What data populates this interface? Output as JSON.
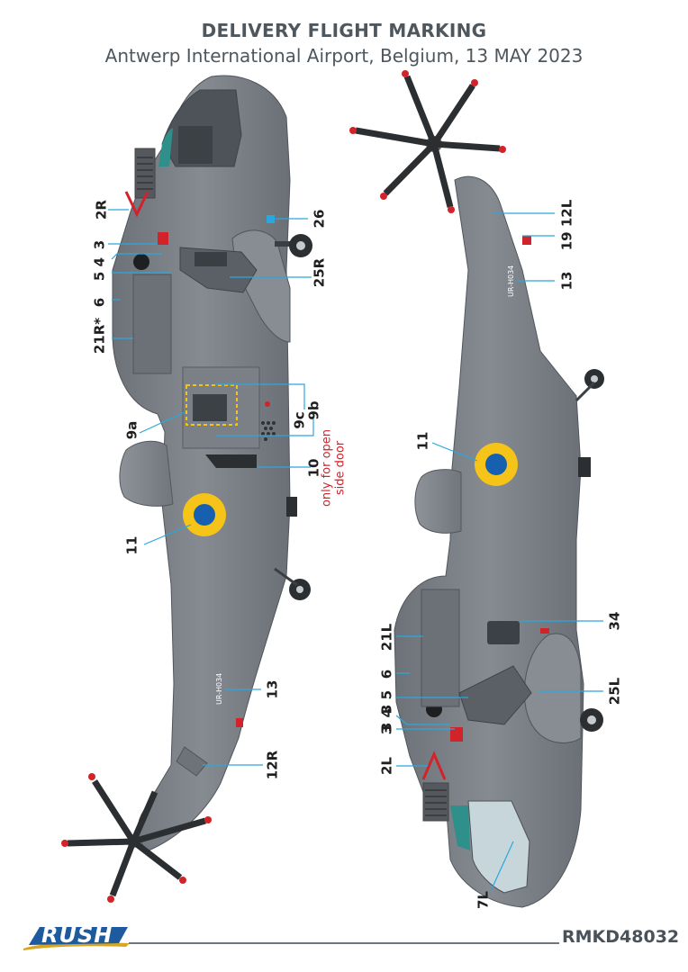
{
  "header": {
    "title": "DELIVERY FLIGHT MARKING",
    "subtitle": "Antwerp International Airport, Belgium, 13 MAY 2023"
  },
  "right_view_callouts": {
    "c_2R": "2R",
    "c_3": "3",
    "c_5_4": "5 4",
    "c_5": "5",
    "c_6": "6",
    "c_21R": "21R*",
    "c_26": "26",
    "c_25R": "25R",
    "c_9a": "9a",
    "c_9c": "9c",
    "c_9b": "9b",
    "c_10": "10",
    "c_11": "11",
    "c_13": "13",
    "c_12R": "12R"
  },
  "right_view_note": {
    "line1": "only for open",
    "line2": "side door"
  },
  "left_view_callouts": {
    "c_19_12L": "19 12L",
    "c_13": "13",
    "c_11": "11",
    "c_34": "34",
    "c_21L": "21L",
    "c_6": "6",
    "c_3_5": "3 5",
    "c_25L": "25L",
    "c_3_4": "3 4",
    "c_3": "3",
    "c_2L": "2L",
    "c_7L": "7L"
  },
  "registrations": {
    "right": "UR-H034",
    "left": "UR-H034"
  },
  "footer": {
    "logo_text": "RUSH",
    "code": "RMKD48032"
  },
  "colors": {
    "fuselage": "#7f858b",
    "fuselage_dark": "#5d6369",
    "roundel_yellow": "#f6c419",
    "roundel_blue": "#1760b0",
    "leader": "#29a8e0",
    "note_red": "#d2232a"
  }
}
